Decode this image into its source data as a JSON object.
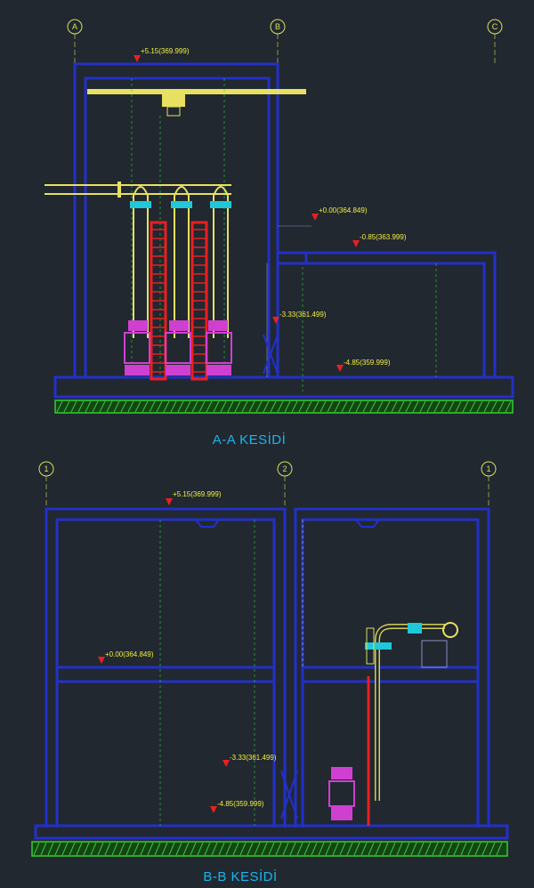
{
  "section_aa": {
    "title": "A-A KESİDİ",
    "axes": [
      "A",
      "B",
      "C"
    ],
    "elevations": [
      "+5.15(369.999)",
      "+0.00(364.849)",
      "-0.85(363.999)",
      "-3.33(361.499)",
      "-4.85(359.999)"
    ]
  },
  "section_bb": {
    "title": "B-B KESİDİ",
    "axes": [
      "1",
      "2",
      "1"
    ],
    "elevations": [
      "+5.15(369.999)",
      "+0.00(364.849)",
      "-3.33(361.499)",
      "-4.85(359.999)"
    ]
  },
  "colors": {
    "background": "#212830",
    "wall": "#2330c8",
    "grid": "#30d030",
    "pipe": "#e8e060",
    "ladder": "#e82020",
    "pump": "#d040d0",
    "elevation_marker": "#e82020",
    "valve": "#20c8d8",
    "title": "#19b6f0"
  }
}
